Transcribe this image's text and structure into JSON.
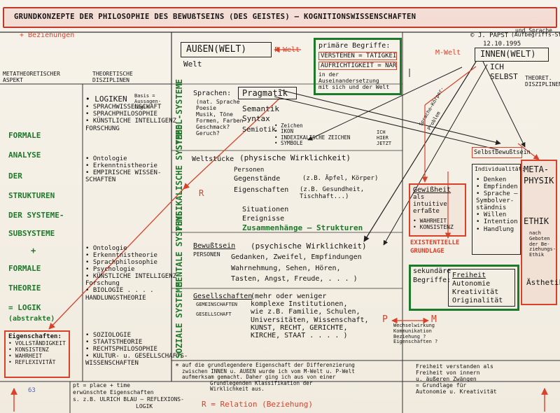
{
  "header": {
    "title": "GRUNDKONZEPTE DER PHILOSOPHIE DES BEWUßTSEINS (DES GEISTES) – KOGNITIONSWISSENSCHAFTEN",
    "suffix": "und Sprache"
  },
  "top_note": "+ Beziehungen",
  "author": {
    "name": "© J. PAPST",
    "note": "(Aufbegriffs-Stil)",
    "date": "12.10.1995"
  },
  "columns": {
    "meta": "METATHEORETISCHER ASPEKT",
    "theory": "THEORETISCHE DISZIPLINEN",
    "right": "THEORET. DISZIPLINEN"
  },
  "formal": {
    "lines": [
      "FORMALE",
      "ANALYSE",
      "DER",
      "STRUKTUREN",
      "DER SYSTEME-",
      "SUBSYSTEME",
      "+",
      "FORMALE",
      "THEORIE",
      "= LOGIK",
      "(abstrakte)"
    ]
  },
  "props_box": {
    "title": "Eigenschaften:",
    "items": [
      "• VOLLSTÄNDIGKEIT",
      "• KONSISTENZ",
      "• WAHRHEIT",
      "• REFLEXIVITÄT"
    ],
    "num": "63"
  },
  "bottom_left": {
    "lines": [
      "pt = place + time",
      "erwünschte Eigenschaften",
      "s. z.B. ULRICH BLAU – REFLEXIONS-",
      "LOGIK"
    ]
  },
  "theory_group1": [
    "• LOGIKEN",
    "• SPRACHWISSENSCHAFT",
    "• SPRACHPHILOSOPHIE",
    "• KÜNSTLICHE INTELLIGENZ",
    "  FORSCHUNG"
  ],
  "logiken_note": "Basis = Aussagen-Logik",
  "theory_group2": [
    "• Ontologie",
    "• Erkenntnistheorie",
    "• EMPIRISCHE WISSEN-",
    "  SCHAFTEN"
  ],
  "theory_group3": [
    "• Ontologie",
    "• Erkenntnistheorie",
    "• Sprachphilosophie",
    "• Psychologie",
    "• KÜNSTLICHE INTELLIGENZ",
    "  Forschung",
    "• BIOLOGIE . . . .",
    "  HANDLUNGSTHEORIE"
  ],
  "theory_group4": [
    "• SOZIOLOGIE",
    "• STAATSTHEORIE",
    "• RECHTSPHILOSOPHIE",
    "• KULTUR- u. GESELLSCHAFTS-",
    "  WISSENSCHAFTEN"
  ],
  "vertical_labels": {
    "symbol": "SYMBOL-SYSTEME",
    "physical": "PHYSIKALISCHE SYSTEME",
    "mental": "MENTALE SYSTEME",
    "social": "SOZIALE SYSTEME"
  },
  "outer_world": {
    "box": "AUßEN(WELT)",
    "sub": "Welt",
    "tag": "P-Welt"
  },
  "language": {
    "head": "Sprachen:",
    "kinds": [
      "(nat. Sprache",
      "Poesie",
      "Musik, Töne",
      "Formen, Farben",
      "Geschmack?",
      "Geruch?"
    ],
    "dims": [
      "Pragmatik",
      "Semantik",
      "Syntax",
      "Semiotik"
    ],
    "signs": [
      "• Zeichen",
      "• IKON",
      "• INDEXIKALISCHE ZEICHEN",
      "• SYMBOLE"
    ],
    "ich": [
      "ICH",
      "HIER",
      "JETZT"
    ]
  },
  "world_pieces": {
    "head": "Weltstücke",
    "paren": "(physische Wirklichkeit)",
    "items": [
      "Personen",
      "Gegenstände",
      "Eigenschaften",
      "Situationen",
      "Ereignisse"
    ],
    "ex1": "(z.B. Äpfel, Körper)",
    "ex2": "(z.B. Gesundheit, Tischhaft...)",
    "together": "Zusammenhänge – Strukturen"
  },
  "consciousness": {
    "head": "Bewußtsein",
    "sub": "PERSONEN",
    "paren": "(psychische Wirklichkeit)",
    "lines": [
      "Gedanken, Zweifel, Empfindungen",
      "Wahrnehmung, Sehen, Hören,",
      "Tasten, Angst, Freude, . . . )"
    ]
  },
  "society": {
    "head": "Gesellschaften",
    "sub": [
      "GEMEINSCHAFTEN",
      "GESELLSCHAFT"
    ],
    "lines": [
      "(mehr oder weniger",
      "komplexe Institutionen,",
      "wie z.B. Familie, Schulen,",
      "Universitäten, Wissenschaft,",
      "KUNST, RECHT, GERICHTE,",
      "KIRCHE, STAAT . . . . )"
    ]
  },
  "primary": {
    "title": "primäre Begriffe:",
    "items": [
      "VERSTEHEN = TÄTIGKEIT",
      "AUFRICHTIGKEIT = NAR STATE"
    ],
    "tail": [
      "in der Auseinandersetzung",
      "mit sich und der Welt"
    ]
  },
  "inner_world": {
    "tag": "M-Welt",
    "box": "INNEN(WELT)",
    "lines": [
      "ICH",
      "SELBST"
    ]
  },
  "sprache_note": [
    "Sprache–Körper-",
    "Problem"
  ],
  "certainty": {
    "title": "Gewißheit",
    "lines": [
      "als intuitive",
      "erfaßte"
    ],
    "props": [
      "• WAHRHEIT",
      "• KONSISTENZ"
    ],
    "foot": [
      "EXISTENTIELLE",
      "GRUNDLAGE"
    ]
  },
  "self_consciousness": {
    "title": "Selbstbewußtsein",
    "sub": "Individualität:",
    "items": [
      "• Denken",
      "• Empfinden",
      "• Sprache –",
      "  Symbolver-",
      "  ständnis",
      "• Willen",
      "• Intention",
      "• Handlung"
    ]
  },
  "metaphysics": {
    "title": "META-",
    "title2": "PHYSIK",
    "ethik": "ETHIK",
    "note": [
      "nach",
      "Geboten",
      "der Be-",
      "ziehungs-",
      "Ethik"
    ],
    "aesthetik": "Ästhetik"
  },
  "secondary": {
    "title": [
      "sekundäre",
      "Begriffe:"
    ],
    "items": [
      "Freiheit",
      "Autonomie",
      "Kreativität",
      "Originalität"
    ]
  },
  "pm": {
    "p": "P",
    "m": "M",
    "note": [
      "Wechselwirkung",
      "Kommunikation",
      "Beziehung ?",
      "Eigenschaften ?"
    ]
  },
  "bottom_center": {
    "star": "*",
    "lines": [
      "auf die grundlegendere Eigenschaft der Differenzierung",
      "zwischen INNEN u. AUßEN wurde ich vom M-Welt u. P-Welt",
      "aufmerksam gemacht. Daher ging ich aus von einer",
      "Grundlegenden Klassifikation der",
      "Wirklichkeit aus."
    ],
    "rel": "R = Relation (Beziehung)"
  },
  "bottom_right": {
    "lines": [
      "Freiheit verstanden als",
      "Freiheit von innern",
      "u. äußeren Zwängen",
      "= Grundlage für",
      "Autonomie u. Kreativität"
    ]
  },
  "r_label": "R",
  "colors": {
    "green": "#1c7a2a",
    "red": "#d8412a",
    "ink": "#151515",
    "paper": "#f6f1e7"
  }
}
